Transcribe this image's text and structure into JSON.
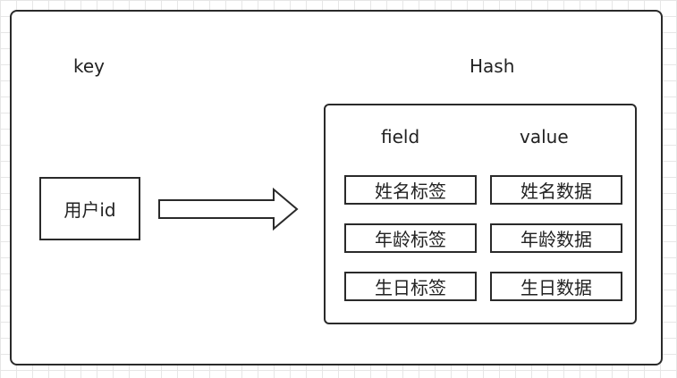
{
  "diagram": {
    "key_label": "key",
    "hash_label": "Hash",
    "key_box_text": "用户id",
    "field_header": "field",
    "value_header": "value",
    "rows": [
      {
        "field": "姓名标签",
        "value": "姓名数据"
      },
      {
        "field": "年龄标签",
        "value": "年龄数据"
      },
      {
        "field": "生日标签",
        "value": "生日数据"
      }
    ]
  }
}
